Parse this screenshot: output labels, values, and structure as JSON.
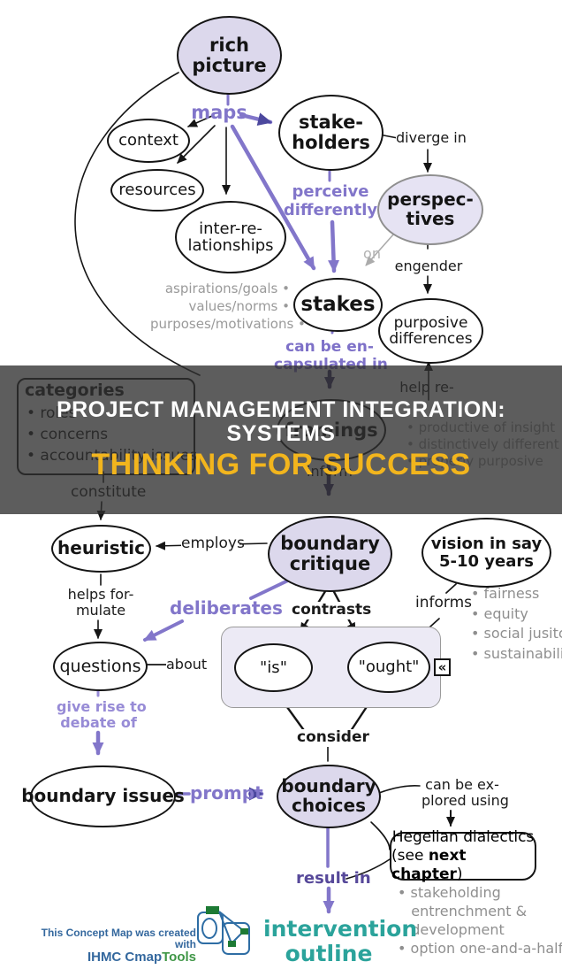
{
  "overlay": {
    "line1": "PROJECT MANAGEMENT INTEGRATION:",
    "line2": "SYSTEMS",
    "line3": "THINKING FOR SUCCESS",
    "accent_color": "#F2B51D"
  },
  "nodes": {
    "rich_picture": "rich\npicture",
    "context": "context",
    "resources": "resources",
    "interrelationships": "inter-re-\nlationships",
    "stakeholders": "stake-\nholders",
    "perspectives": "perspec-\ntives",
    "stakes": "stakes",
    "purposive_differences": "purposive\ndifferences",
    "framings": "framings",
    "heuristic": "heuristic",
    "boundary_critique": "boundary\ncritique",
    "vision": "vision in say\n5-10 years",
    "questions": "questions",
    "is": "\"is\"",
    "ought": "\"ought\"",
    "boundary_issues": "boundary issues",
    "boundary_choices": "boundary\nchoices"
  },
  "links": {
    "maps": "maps",
    "diverge_in": "diverge in",
    "perceive_differently": "perceive\ndifferently",
    "on": "on",
    "engender": "engender",
    "encapsulated": "can be en-\ncapsulated in",
    "help_re": "help re-",
    "inform": "inform",
    "constitute": "constitute",
    "employs": "employs",
    "helps_formulate": "helps for-\nmulate",
    "deliberates": "deliberates",
    "contrasts": "contrasts",
    "informs": "informs",
    "about": "about",
    "give_rise": "give rise to\ndebate of",
    "consider": "consider",
    "prompt": "prompt",
    "explored": "can be ex-\nplored using",
    "result_in": "result in",
    "intervention_outline": "intervention\noutline"
  },
  "bullets": {
    "stakes": "aspirations/goals •\nvalues/norms •\npurposes/motivations •",
    "framings": "• productive of insight\n• distinctively different\n• properly purposive",
    "vision": "• fairness\n• equity\n• social jusitce\n• sustainability",
    "hegelian": "• stakeholding\n   entrenchment &\n   development\n• option one-and-a-half"
  },
  "categories_box": {
    "title": "categories",
    "items": "• roles\n• concerns\n• accountability issues"
  },
  "hegelian_box": {
    "line1": "Hegelian dialectics",
    "line2_pre": "(see ",
    "line2_bold": "next chapter",
    "line2_post": ")"
  },
  "guillemet_icon": "«",
  "credit": {
    "line1": "This Concept Map was created with",
    "brand_blue": "IHMC Cmap",
    "brand_green": "Tools"
  },
  "colors": {
    "purple_link": "#8276ca",
    "dark_purple_arrow": "#3d3568",
    "node_lavender": "#dcd8ec",
    "teal_text": "#2ba39b",
    "title_yellow": "#F2B51D",
    "band_gray": "rgba(48,48,48,0.78)"
  }
}
